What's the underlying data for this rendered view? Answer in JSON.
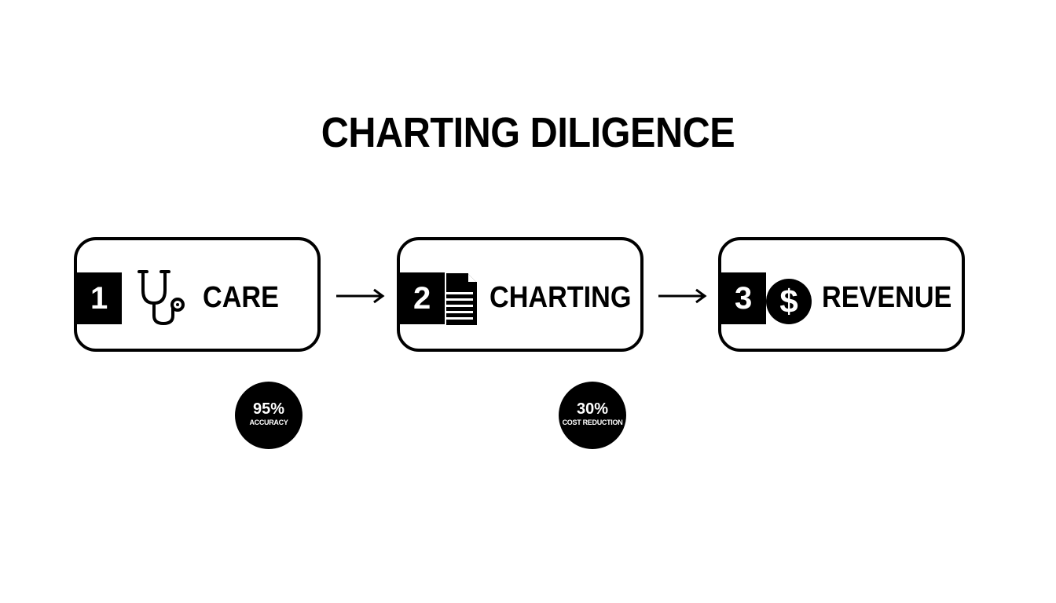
{
  "title": "CHARTING DILIGENCE",
  "steps": [
    {
      "number": "1",
      "label": "CARE",
      "icon": "stethoscope-icon"
    },
    {
      "number": "2",
      "label": "CHARTING",
      "icon": "document-icon"
    },
    {
      "number": "3",
      "label": "REVENUE",
      "icon": "dollar-icon"
    }
  ],
  "badges": [
    {
      "value": "95%",
      "caption": "ACCURACY"
    },
    {
      "value": "30%",
      "caption": "COST REDUCTION"
    }
  ]
}
